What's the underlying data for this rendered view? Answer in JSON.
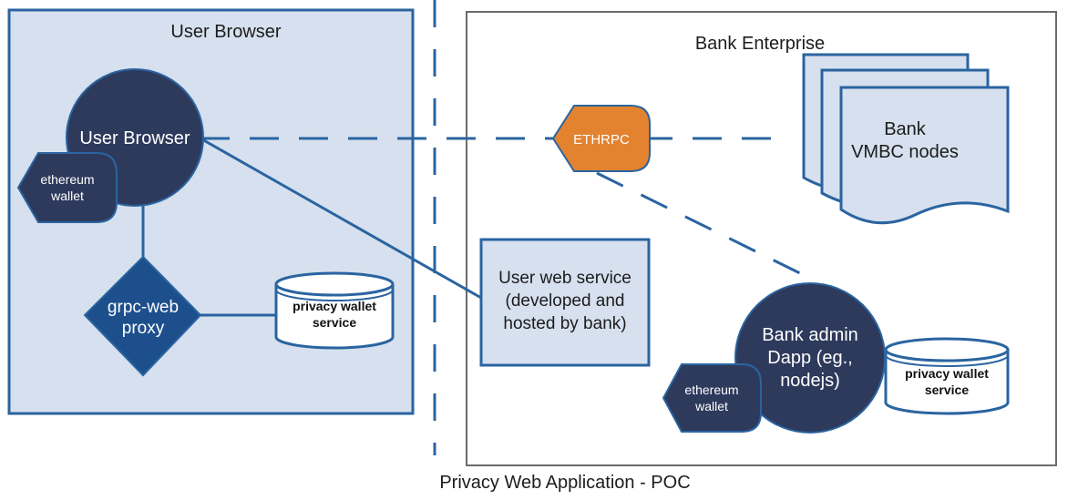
{
  "user_zone": {
    "title": "User Browser"
  },
  "bank_zone": {
    "title": "Bank Enterprise"
  },
  "user_browser": {
    "label": "User Browser"
  },
  "user_wallet": {
    "line1": "ethereum",
    "line2": "wallet"
  },
  "grpc_proxy": {
    "line1": "grpc-web",
    "line2": "proxy"
  },
  "user_privacy_service": {
    "line1": "privacy wallet",
    "line2": "service"
  },
  "ethrpc": {
    "label": "ETHRPC"
  },
  "bank_nodes": {
    "line1": "Bank",
    "line2": "VMBC nodes"
  },
  "user_web_service": {
    "line1": "User web service",
    "line2": "(developed and",
    "line3": "hosted by bank)"
  },
  "bank_admin": {
    "line1": "Bank admin",
    "line2": "Dapp (eg.,",
    "line3": "nodejs)"
  },
  "bank_wallet": {
    "line1": "ethereum",
    "line2": "wallet"
  },
  "bank_privacy_service": {
    "line1": "privacy wallet",
    "line2": "service"
  },
  "caption": "Privacy Web Application - POC",
  "colors": {
    "zone_fill": "#d6e0ee",
    "zone_border": "#2a64a0",
    "navy": "#2e3a5c",
    "diamond": "#1d4f8c",
    "ethrpc": "#e3822f",
    "connector": "#2a64a0",
    "text_dark": "#1c1c1c"
  }
}
